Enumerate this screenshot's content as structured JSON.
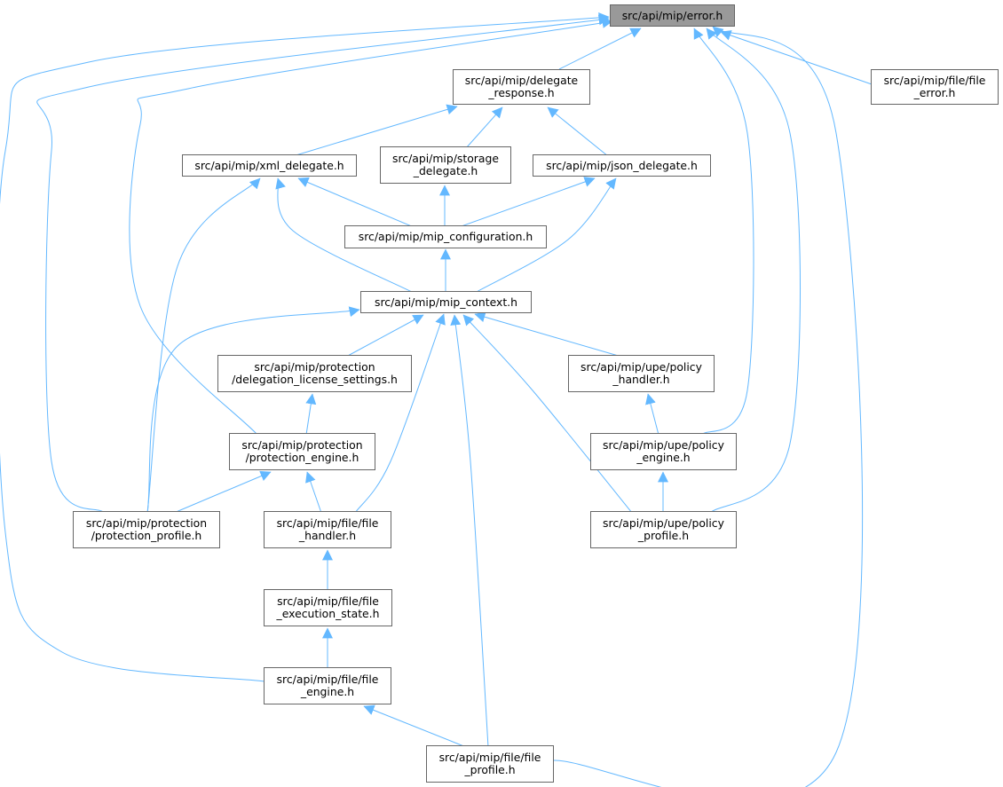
{
  "graph": {
    "root": "error",
    "colors": {
      "edge": "#63b8ff",
      "node_border": "#666666",
      "root_fill": "#999999"
    },
    "nodes": {
      "error": "src/api/mip/error.h",
      "delegate_response": "src/api/mip/delegate\n_response.h",
      "file_error": "src/api/mip/file/file\n_error.h",
      "xml_delegate": "src/api/mip/xml_delegate.h",
      "storage_delegate": "src/api/mip/storage\n_delegate.h",
      "json_delegate": "src/api/mip/json_delegate.h",
      "mip_configuration": "src/api/mip/mip_configuration.h",
      "mip_context": "src/api/mip/mip_context.h",
      "delegation_license": "src/api/mip/protection\n/delegation_license_settings.h",
      "policy_handler": "src/api/mip/upe/policy\n_handler.h",
      "protection_engine": "src/api/mip/protection\n/protection_engine.h",
      "policy_engine": "src/api/mip/upe/policy\n_engine.h",
      "protection_profile": "src/api/mip/protection\n/protection_profile.h",
      "file_handler": "src/api/mip/file/file\n_handler.h",
      "policy_profile": "src/api/mip/upe/policy\n_profile.h",
      "file_execution_state": "src/api/mip/file/file\n_execution_state.h",
      "file_engine": "src/api/mip/file/file\n_engine.h",
      "file_profile": "src/api/mip/file/file\n_profile.h"
    },
    "edges": [
      [
        "delegate_response",
        "error"
      ],
      [
        "file_error",
        "error"
      ],
      [
        "protection_engine",
        "error"
      ],
      [
        "protection_profile",
        "error"
      ],
      [
        "file_engine",
        "error"
      ],
      [
        "policy_engine",
        "error"
      ],
      [
        "policy_profile",
        "error"
      ],
      [
        "file_profile",
        "error"
      ],
      [
        "xml_delegate",
        "delegate_response"
      ],
      [
        "storage_delegate",
        "delegate_response"
      ],
      [
        "json_delegate",
        "delegate_response"
      ],
      [
        "mip_configuration",
        "xml_delegate"
      ],
      [
        "mip_context",
        "xml_delegate"
      ],
      [
        "protection_profile",
        "xml_delegate"
      ],
      [
        "mip_configuration",
        "storage_delegate"
      ],
      [
        "mip_configuration",
        "json_delegate"
      ],
      [
        "mip_context",
        "json_delegate"
      ],
      [
        "mip_context",
        "mip_configuration"
      ],
      [
        "delegation_license",
        "mip_context"
      ],
      [
        "policy_handler",
        "mip_context"
      ],
      [
        "protection_profile",
        "mip_context"
      ],
      [
        "file_handler",
        "mip_context"
      ],
      [
        "file_profile",
        "mip_context"
      ],
      [
        "policy_profile",
        "mip_context"
      ],
      [
        "protection_engine",
        "delegation_license"
      ],
      [
        "policy_engine",
        "policy_handler"
      ],
      [
        "protection_profile",
        "protection_engine"
      ],
      [
        "file_handler",
        "protection_engine"
      ],
      [
        "policy_profile",
        "policy_engine"
      ],
      [
        "file_execution_state",
        "file_handler"
      ],
      [
        "file_engine",
        "file_execution_state"
      ],
      [
        "file_profile",
        "file_engine"
      ]
    ]
  }
}
